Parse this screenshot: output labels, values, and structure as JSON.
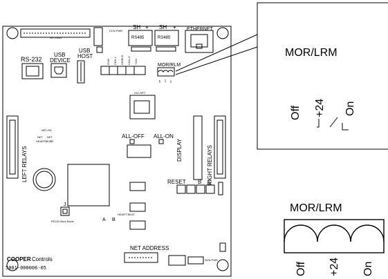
{
  "board": {
    "top_labels": {
      "tb_conn": "TB CONN",
      "ccn_pwr": "CCN PWR",
      "sh_left": "SH",
      "sh_right": "SH",
      "plus_left": "+",
      "plus_right": "+",
      "rs485_left": "RS485",
      "rs485_right": "RS485",
      "ethernet": "ETHERNET"
    },
    "rs232": "RS-232",
    "usb_device_1": "USB",
    "usb_device_2": "DEVICE",
    "usb_host_1": "USB",
    "usb_host_2": "HOST",
    "can_pins": [
      "GND",
      "CAN-L",
      "SHIELD",
      "CAN-H",
      "+24V"
    ],
    "mor_rlm": "MOR/RLM",
    "mor_pins": [
      "Off",
      "+24",
      "On"
    ],
    "opt_232": "232 OPT",
    "left_relays": "LEFT RELAYS",
    "right_relays": "RIGHT RELAYS",
    "net_rx": "NET-RX",
    "net": "NET",
    "net2": "NET",
    "heartbeat": "HEARTBEAT",
    "tx": "TX",
    "all_off": "ALL-OFF",
    "all_on": "ALL-ON",
    "display": "DISPLAY",
    "reset": "RESET",
    "b_btn": "B",
    "c_btn": "C",
    "j_label": "J",
    "boot_mode": "RS232 Boot Mode",
    "a_label": "A",
    "b_label": "B",
    "heartbeat_led": "HEART BEAT",
    "net_address": "NET ADDRESS",
    "scn_pwr": "SCN PWR",
    "brand": "COOPER",
    "brand_suffix": "Controls",
    "part_number": "5001-000006-05"
  },
  "callout_top": {
    "title": "MOR/LRM",
    "labels": [
      "Off",
      "+24",
      "On"
    ]
  },
  "callout_bottom": {
    "title": "MOR/LRM",
    "labels": [
      "Off",
      "+24",
      "On"
    ]
  },
  "colors": {
    "line": "#000000",
    "background": "#ffffff"
  }
}
